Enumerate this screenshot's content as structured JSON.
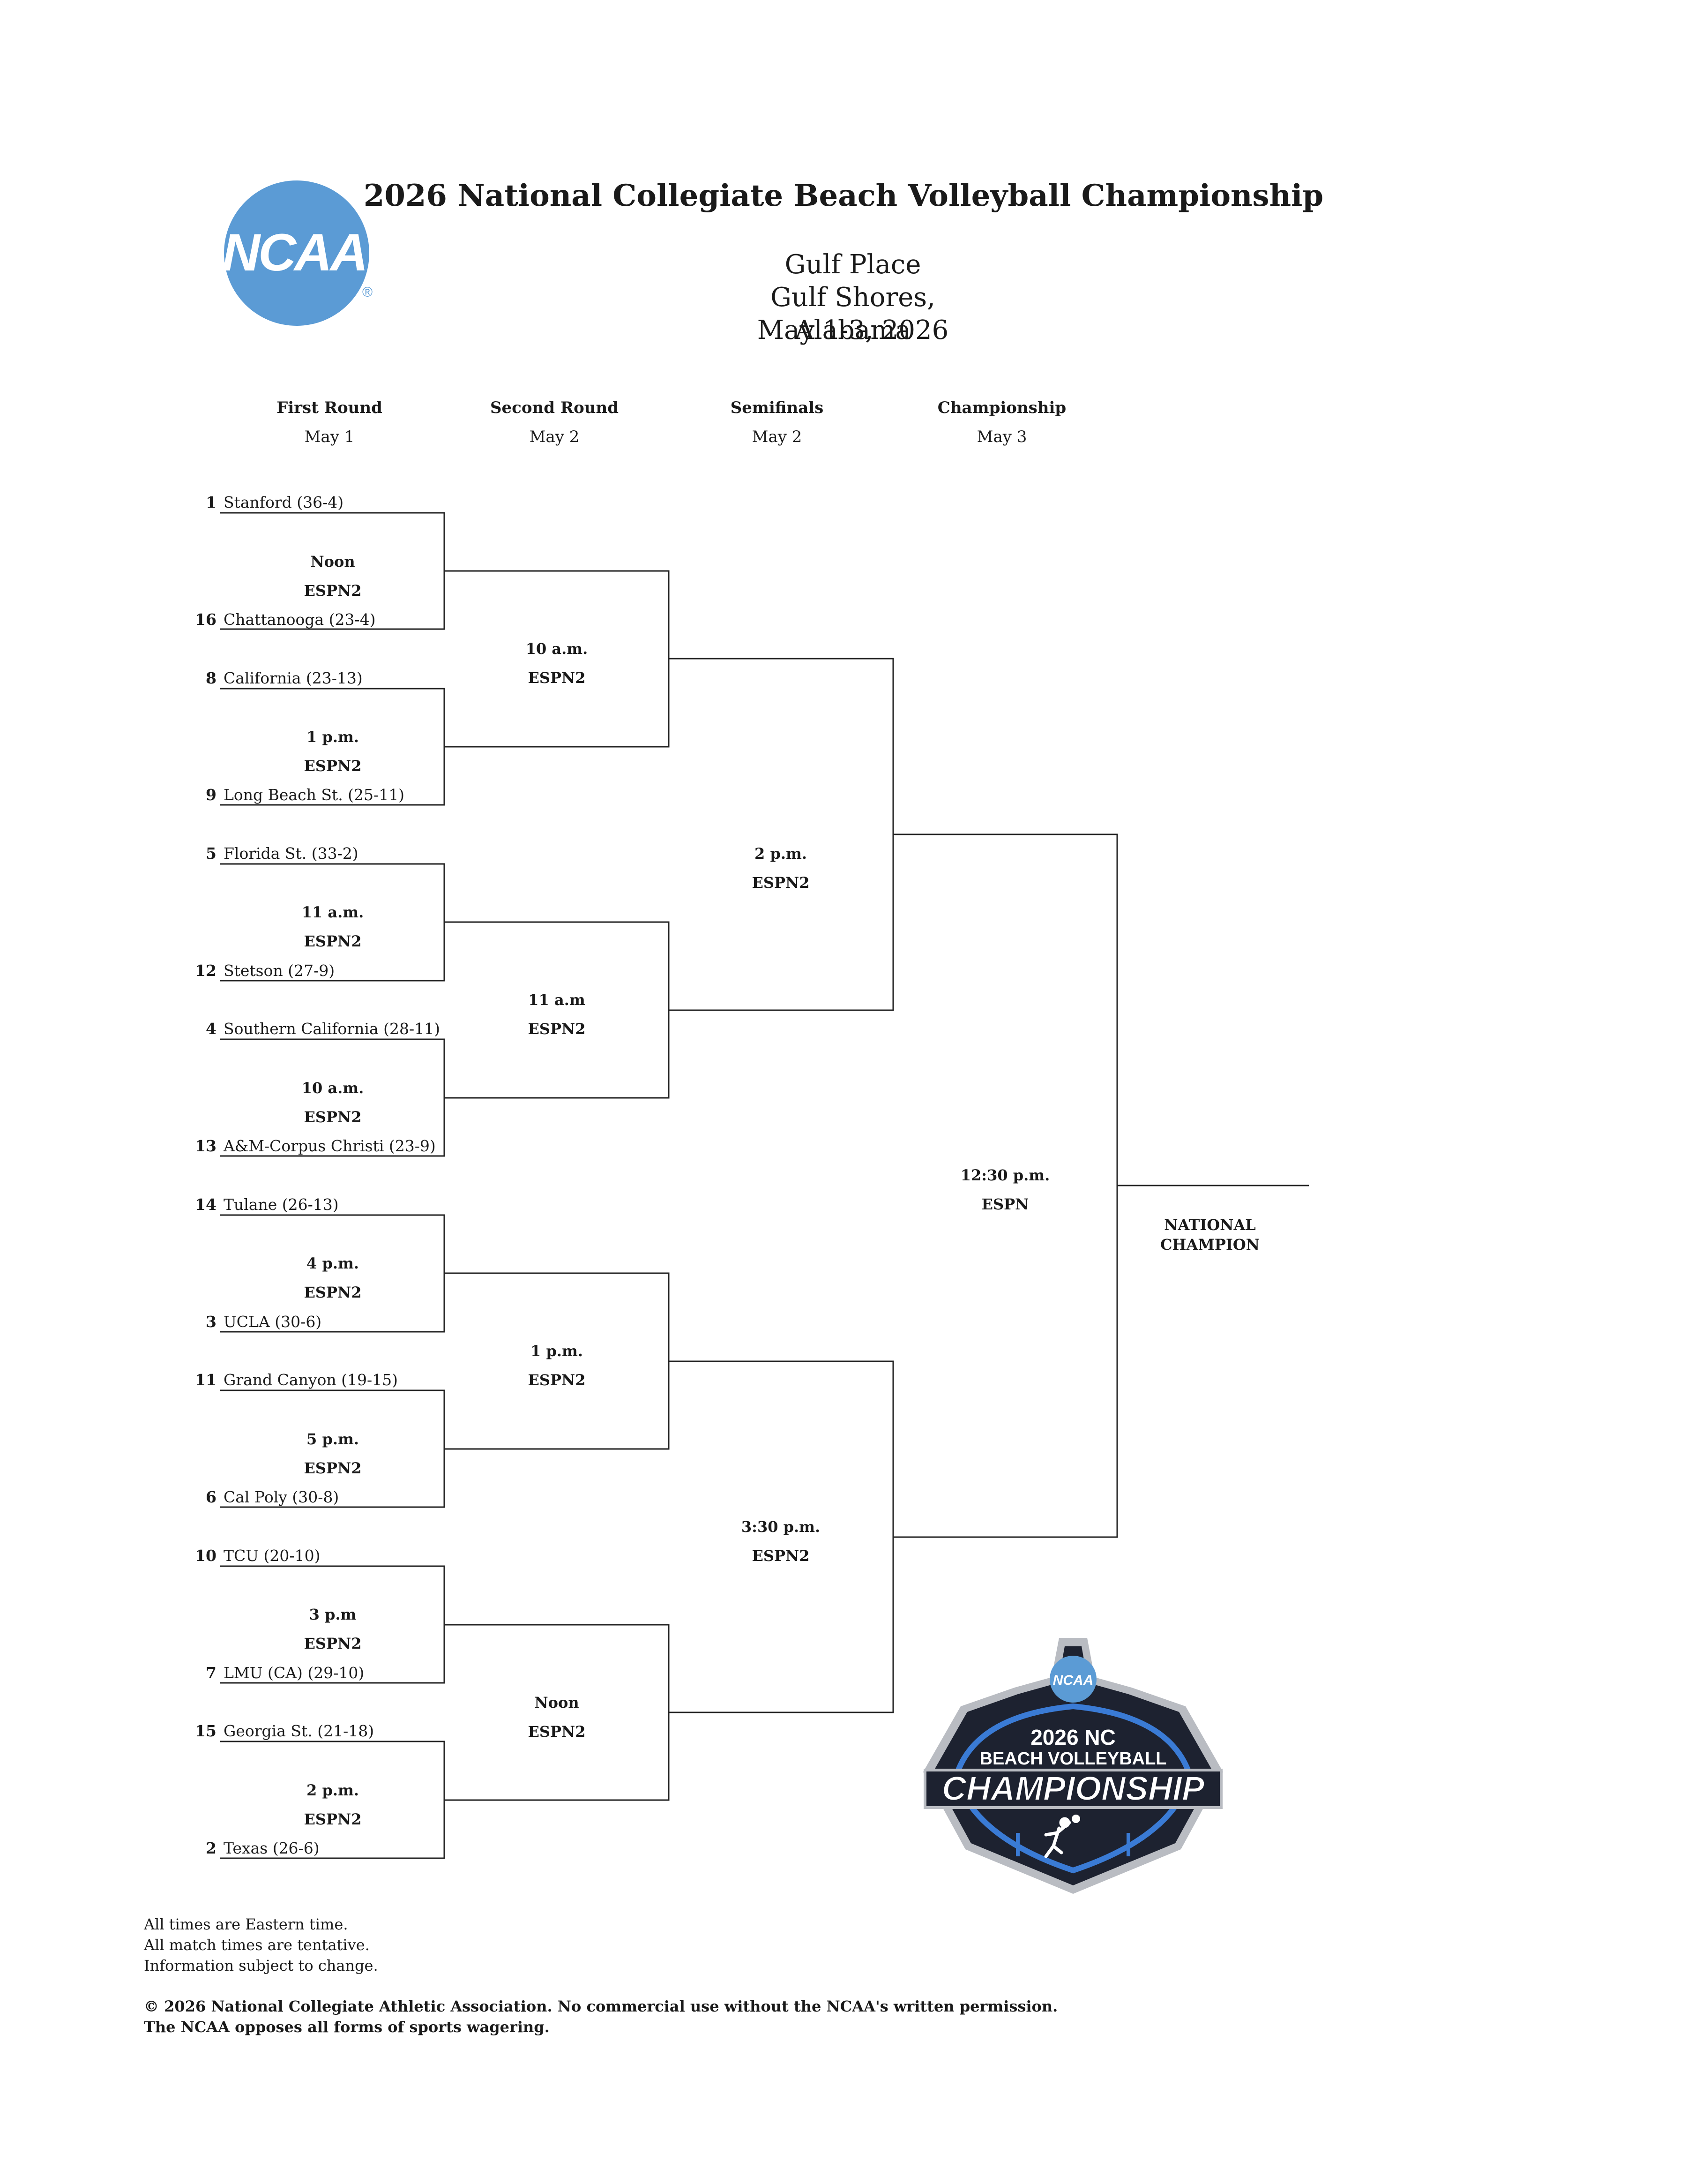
{
  "title": "2026 National Collegiate Beach Volleyball Championship",
  "venue": {
    "line1": "Gulf Place",
    "line2": "Gulf Shores, Alabama",
    "line3": "May 1-3, 2026"
  },
  "logo": {
    "ncaa_text": "NCAA",
    "registered": "®",
    "color": "#5b9bd5"
  },
  "rounds": [
    {
      "name": "First Round",
      "date": "May 1"
    },
    {
      "name": "Second Round",
      "date": "May 2"
    },
    {
      "name": "Semifinals",
      "date": "May 2"
    },
    {
      "name": "Championship",
      "date": "May 3"
    }
  ],
  "first_round": [
    {
      "top": {
        "seed": "1",
        "team": "Stanford (36-4)"
      },
      "bottom": {
        "seed": "16",
        "team": "Chattanooga (23-4)"
      },
      "time": "Noon",
      "tv": "ESPN2"
    },
    {
      "top": {
        "seed": "8",
        "team": "California (23-13)"
      },
      "bottom": {
        "seed": "9",
        "team": "Long Beach St. (25-11)"
      },
      "time": "1 p.m.",
      "tv": "ESPN2"
    },
    {
      "top": {
        "seed": "5",
        "team": "Florida St. (33-2)"
      },
      "bottom": {
        "seed": "12",
        "team": "Stetson (27-9)"
      },
      "time": "11 a.m.",
      "tv": "ESPN2"
    },
    {
      "top": {
        "seed": "4",
        "team": "Southern California (28-11)"
      },
      "bottom": {
        "seed": "13",
        "team": "A&M-Corpus Christi (23-9)"
      },
      "time": "10 a.m.",
      "tv": "ESPN2"
    },
    {
      "top": {
        "seed": "14",
        "team": "Tulane (26-13)"
      },
      "bottom": {
        "seed": "3",
        "team": "UCLA (30-6)"
      },
      "time": "4 p.m.",
      "tv": "ESPN2"
    },
    {
      "top": {
        "seed": "11",
        "team": "Grand Canyon (19-15)"
      },
      "bottom": {
        "seed": "6",
        "team": "Cal Poly (30-8)"
      },
      "time": "5 p.m.",
      "tv": "ESPN2"
    },
    {
      "top": {
        "seed": "10",
        "team": "TCU (20-10)"
      },
      "bottom": {
        "seed": "7",
        "team": "LMU (CA) (29-10)"
      },
      "time": "3 p.m",
      "tv": "ESPN2"
    },
    {
      "top": {
        "seed": "15",
        "team": "Georgia St. (21-18)"
      },
      "bottom": {
        "seed": "2",
        "team": "Texas (26-6)"
      },
      "time": "2 p.m.",
      "tv": "ESPN2"
    }
  ],
  "second_round": [
    {
      "time": "10 a.m.",
      "tv": "ESPN2"
    },
    {
      "time": "11 a.m",
      "tv": "ESPN2"
    },
    {
      "time": "1 p.m.",
      "tv": "ESPN2"
    },
    {
      "time": "Noon",
      "tv": "ESPN2"
    }
  ],
  "semifinals": [
    {
      "time": "2 p.m.",
      "tv": "ESPN2"
    },
    {
      "time": "3:30 p.m.",
      "tv": "ESPN2"
    }
  ],
  "championship": {
    "time": "12:30 p.m.",
    "tv": "ESPN"
  },
  "national_champion": {
    "line1": "NATIONAL",
    "line2": "CHAMPION"
  },
  "badge": {
    "ncaa": "NCAA",
    "line1": "2026 NC",
    "line2": "BEACH VOLLEYBALL",
    "line3": "CHAMPIONSHIP",
    "dark": "#1d2230",
    "blue": "#3a7bd5",
    "silver": "#b9bcc2"
  },
  "notes": [
    "All times are Eastern time.",
    "All match times are tentative.",
    "Information subject to change."
  ],
  "legal": [
    "© 2026 National Collegiate Athletic Association.  No commercial use without the NCAA's written permission.",
    "The NCAA opposes all forms of sports wagering."
  ]
}
